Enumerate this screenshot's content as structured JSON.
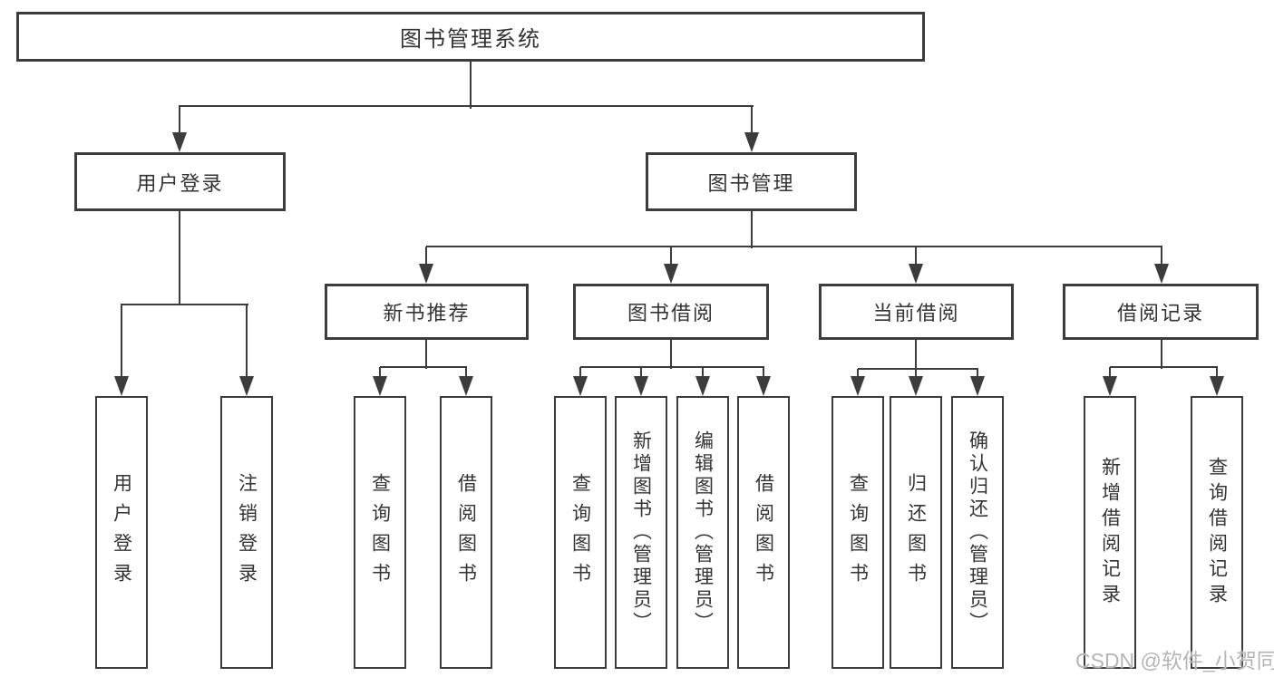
{
  "diagram": {
    "root": {
      "label": "图书管理系统"
    },
    "level2": [
      {
        "label": "用户登录"
      },
      {
        "label": "图书管理"
      }
    ],
    "level3": [
      {
        "label": "新书推荐",
        "parent": "图书管理"
      },
      {
        "label": "图书借阅",
        "parent": "图书管理"
      },
      {
        "label": "当前借阅",
        "parent": "图书管理"
      },
      {
        "label": "借阅记录",
        "parent": "图书管理"
      }
    ],
    "leaves": [
      {
        "label": "用户登录",
        "parent": "用户登录"
      },
      {
        "label": "注销登录",
        "parent": "用户登录"
      },
      {
        "label": "查询图书",
        "parent": "新书推荐"
      },
      {
        "label": "借阅图书",
        "parent": "新书推荐"
      },
      {
        "label": "查询图书",
        "parent": "图书借阅"
      },
      {
        "label": "新增图书（管理员）",
        "parent": "图书借阅"
      },
      {
        "label": "编辑图书（管理员）",
        "parent": "图书借阅"
      },
      {
        "label": "借阅图书",
        "parent": "图书借阅"
      },
      {
        "label": "查询图书",
        "parent": "当前借阅"
      },
      {
        "label": "归还图书",
        "parent": "当前借阅"
      },
      {
        "label": "确认归还（管理员）",
        "parent": "当前借阅"
      },
      {
        "label": "新增借阅记录",
        "parent": "借阅记录"
      },
      {
        "label": "查询借阅记录",
        "parent": "借阅记录"
      }
    ],
    "watermark": "CSDN @软件_小贺同学",
    "colors": {
      "line": "#3c3c3c",
      "text": "#333333",
      "watermark": "#b5b5b5",
      "background": "#ffffff"
    }
  }
}
